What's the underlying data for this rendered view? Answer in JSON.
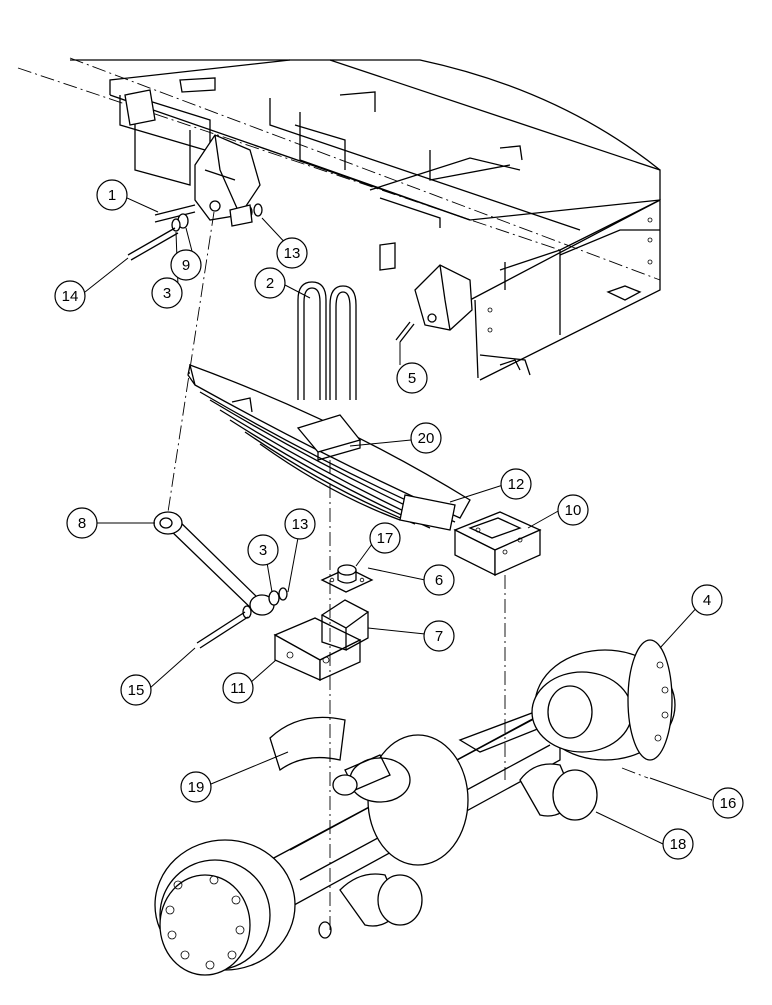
{
  "callouts": [
    {
      "id": "c1",
      "label": "1"
    },
    {
      "id": "c2",
      "label": "2"
    },
    {
      "id": "c3a",
      "label": "3"
    },
    {
      "id": "c3b",
      "label": "3"
    },
    {
      "id": "c4",
      "label": "4"
    },
    {
      "id": "c5",
      "label": "5"
    },
    {
      "id": "c6",
      "label": "6"
    },
    {
      "id": "c7",
      "label": "7"
    },
    {
      "id": "c8",
      "label": "8"
    },
    {
      "id": "c9",
      "label": "9"
    },
    {
      "id": "c10",
      "label": "10"
    },
    {
      "id": "c11",
      "label": "11"
    },
    {
      "id": "c12",
      "label": "12"
    },
    {
      "id": "c13a",
      "label": "13"
    },
    {
      "id": "c13b",
      "label": "13"
    },
    {
      "id": "c14",
      "label": "14"
    },
    {
      "id": "c15",
      "label": "15"
    },
    {
      "id": "c16",
      "label": "16"
    },
    {
      "id": "c17",
      "label": "17"
    },
    {
      "id": "c18",
      "label": "18"
    },
    {
      "id": "c19",
      "label": "19"
    },
    {
      "id": "c20",
      "label": "20"
    }
  ]
}
